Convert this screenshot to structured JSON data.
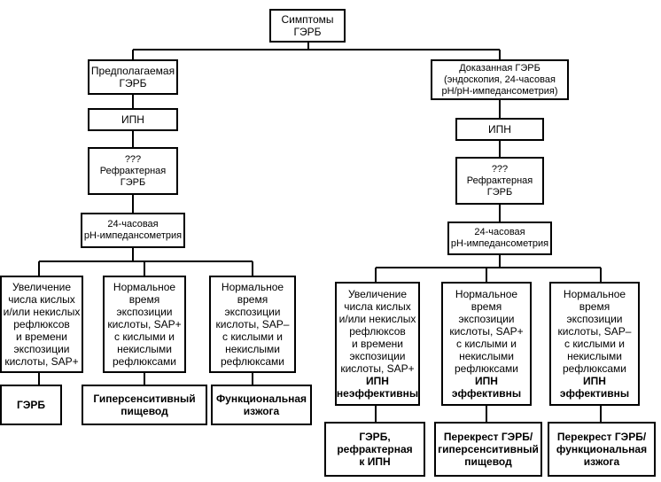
{
  "root": {
    "lines": [
      "Симптомы",
      "ГЭРБ"
    ]
  },
  "left": {
    "start": {
      "lines": [
        "Предполагаемая",
        "ГЭРБ"
      ]
    },
    "ppi": {
      "lines": [
        "ИПН"
      ]
    },
    "refractory": {
      "lines": [
        "???",
        "Рефрактерная",
        "ГЭРБ"
      ]
    },
    "test": {
      "lines": [
        "24-часовая",
        "pH-импедансометрия"
      ]
    },
    "branches": [
      {
        "lines": [
          "Увеличение",
          "числа кислых",
          "и/или некислых",
          "рефлюксов",
          "и времени",
          "экспозиции",
          "кислоты, SAP+"
        ],
        "result": [
          "ГЭРБ"
        ]
      },
      {
        "lines": [
          "Нормальное",
          "время",
          "экспозиции",
          "кислоты, SAP+",
          "с кислыми и",
          "некислыми",
          "рефлюксами"
        ],
        "result": [
          "Гиперсенситивный",
          "пищевод"
        ]
      },
      {
        "lines": [
          "Нормальное",
          "время",
          "экспозиции",
          "кислоты, SAP–",
          "с кислыми и",
          "некислыми",
          "рефлюксами"
        ],
        "result": [
          "Функциональная",
          "изжога"
        ]
      }
    ]
  },
  "right": {
    "start": {
      "lines": [
        "Доказанная ГЭРБ",
        "(эндоскопия, 24-часовая",
        "pH/pH-импедансометрия)"
      ]
    },
    "ppi": {
      "lines": [
        "ИПН"
      ]
    },
    "refractory": {
      "lines": [
        "???",
        "Рефрактерная",
        "ГЭРБ"
      ]
    },
    "test": {
      "lines": [
        "24-часовая",
        "pH-импедансометрия"
      ]
    },
    "branches": [
      {
        "lines": [
          "Увеличение",
          "числа кислых",
          "и/или некислых",
          "рефлюксов",
          "и времени",
          "экспозиции",
          "кислоты, SAP+"
        ],
        "bold_lines": [
          "ИПН",
          "неэффективны"
        ],
        "result": [
          "ГЭРБ,",
          "рефрактерная",
          "к ИПН"
        ]
      },
      {
        "lines": [
          "Нормальное",
          "время",
          "экспозиции",
          "кислоты, SAP+",
          "с кислыми и",
          "некислыми",
          "рефлюксами"
        ],
        "bold_lines": [
          "ИПН",
          "эффективны"
        ],
        "result": [
          "Перекрест ГЭРБ/",
          "гиперсенситивный",
          "пищевод"
        ]
      },
      {
        "lines": [
          "Нормальное",
          "время",
          "экспозиции",
          "кислоты, SAP–",
          "с кислыми и",
          "некислыми",
          "рефлюксами"
        ],
        "bold_lines": [
          "ИПН",
          "эффективны"
        ],
        "result": [
          "Перекрест ГЭРБ/",
          "функциональная",
          "изжога"
        ]
      }
    ]
  }
}
